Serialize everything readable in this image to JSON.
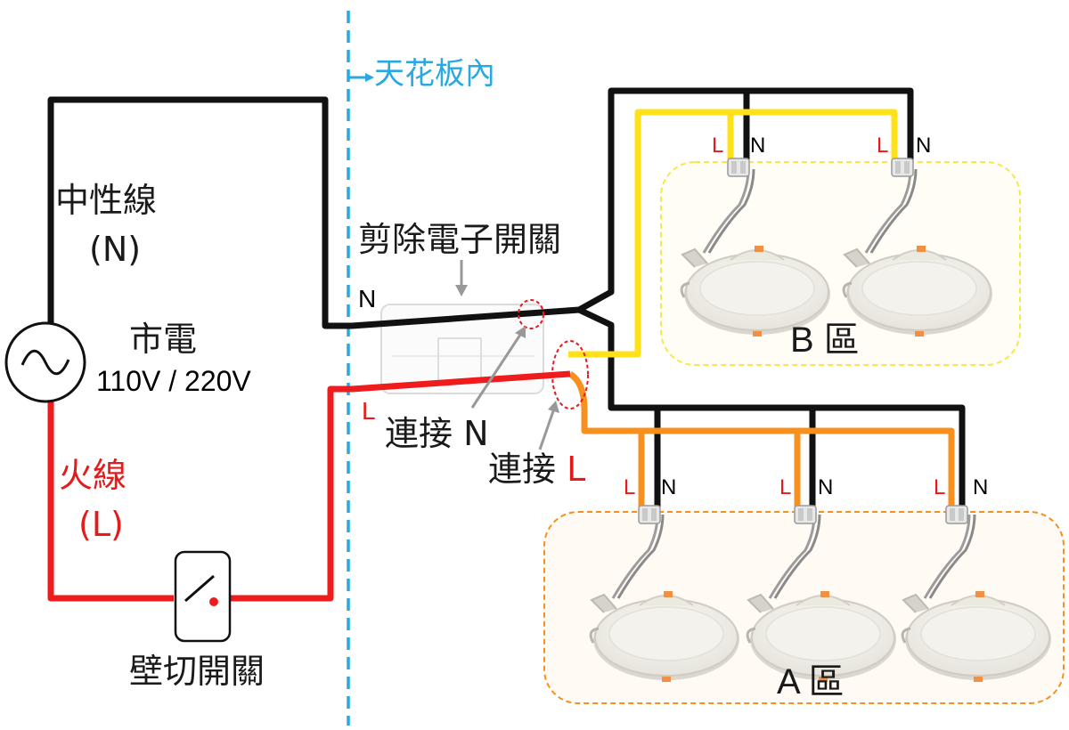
{
  "labels": {
    "ceiling_inside": "天花板內",
    "neutral_line": "中性線",
    "neutral_abbr": "(N)",
    "mains": "市電",
    "voltage": "110V / 220V",
    "live_line": "火線",
    "live_abbr": "(L)",
    "wall_switch": "壁切開關",
    "cut_switch": "剪除電子開關",
    "n_marker": "N",
    "l_marker": "L",
    "connect_n": "連接 N",
    "connect_l_text": "連接",
    "connect_l_letter": "L",
    "zone_b": "B 區",
    "zone_a": "A 區"
  },
  "terminal_labels": {
    "l": "L",
    "n": "N"
  },
  "colors": {
    "neutral_wire": "#111111",
    "live_wire": "#ee1c1c",
    "zone_b_wire": "#ffe11a",
    "zone_a_wire": "#f7901e",
    "ceiling_line": "#29a9e1",
    "zone_b_border": "#f5e84a",
    "zone_a_border": "#f7901e",
    "callout_circle": "#e31b1b"
  }
}
